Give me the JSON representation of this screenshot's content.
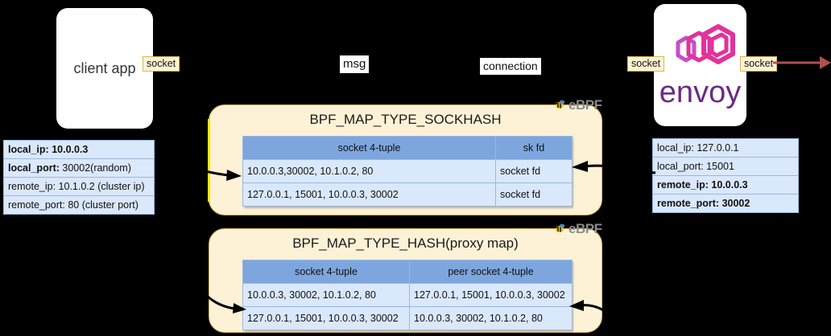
{
  "diagram": {
    "title_hidden": "eBPF socket redirection between client app and envoy",
    "background": "#000000"
  },
  "nodes": {
    "client_app": {
      "label": "client app",
      "socket_tag": "socket"
    },
    "envoy": {
      "label": "envoy",
      "socket_tag_left": "socket",
      "socket_tag_right": "socket"
    }
  },
  "labels": {
    "msg": "msg",
    "connection": "connection"
  },
  "watermark": {
    "text": "eBPF"
  },
  "left_info": {
    "rows": [
      {
        "key": "local_ip:",
        "value": "10.0.0.3",
        "bold_key": true,
        "bold_value": true
      },
      {
        "key": "local_port:",
        "value": "30002(random)",
        "bold_key": true,
        "bold_value": false
      },
      {
        "key": "remote_ip:",
        "value": "10.1.0.2 (cluster ip)",
        "bold_key": false,
        "bold_value": false
      },
      {
        "key": "remote_port:",
        "value": "80 (cluster port)",
        "bold_key": false,
        "bold_value": false
      }
    ]
  },
  "right_info": {
    "rows": [
      {
        "key": "local_ip:",
        "value": "127.0.0.1",
        "bold_key": false,
        "bold_value": false
      },
      {
        "key": "local_port:",
        "value": "15001",
        "bold_key": false,
        "bold_value": false
      },
      {
        "key": "remote_ip:",
        "value": "10.0.0.3",
        "bold_key": true,
        "bold_value": true
      },
      {
        "key": "remote_port:",
        "value": "30002",
        "bold_key": true,
        "bold_value": true
      }
    ]
  },
  "sockhash_map": {
    "title": "BPF_MAP_TYPE_SOCKHASH",
    "columns": [
      "socket 4-tuple",
      "sk fd"
    ],
    "rows": [
      [
        "10.0.0.3,30002, 10.1.0.2, 80",
        "socket fd"
      ],
      [
        "127.0.0.1, 15001, 10.0.0.3, 30002",
        "socket fd"
      ]
    ]
  },
  "proxy_map": {
    "title": "BPF_MAP_TYPE_HASH(proxy map)",
    "columns": [
      "socket 4-tuple",
      "peer socket 4-tuple"
    ],
    "rows": [
      [
        "10.0.0.3, 30002, 10.1.0.2, 80",
        "127.0.0.1, 15001, 10.0.0.3, 30002"
      ],
      [
        "127.0.0.1, 15001, 10.0.0.3, 30002",
        "10.0.0.3, 30002, 10.1.0.2, 80"
      ]
    ]
  },
  "colors": {
    "map_fill": "#fdf2d6",
    "map_border": "#d6b656",
    "table_header": "#7ea6de",
    "table_row": "#dae8fc",
    "arrow_out": "#b05050",
    "envoy_logo_pink": "#cf1e8c",
    "envoy_text_purple": "#6b2a86"
  }
}
